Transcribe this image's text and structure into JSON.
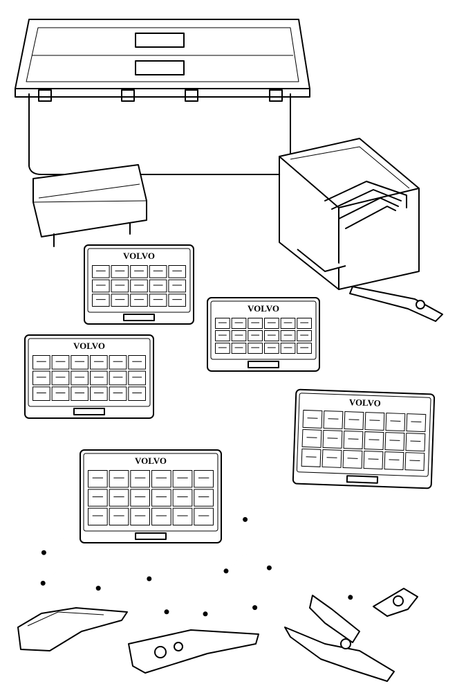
{
  "kit": {
    "brand": "VOLVO",
    "cases": [
      {
        "id": "case-1",
        "rows": 3,
        "cols": 5
      },
      {
        "id": "case-2",
        "rows": 3,
        "cols": 6
      },
      {
        "id": "case-3",
        "rows": 3,
        "cols": 6
      },
      {
        "id": "case-4",
        "rows": 3,
        "cols": 6
      },
      {
        "id": "case-5",
        "rows": 3,
        "cols": 6
      }
    ]
  },
  "colors": {
    "line": "#000000",
    "paper": "#ffffff"
  }
}
